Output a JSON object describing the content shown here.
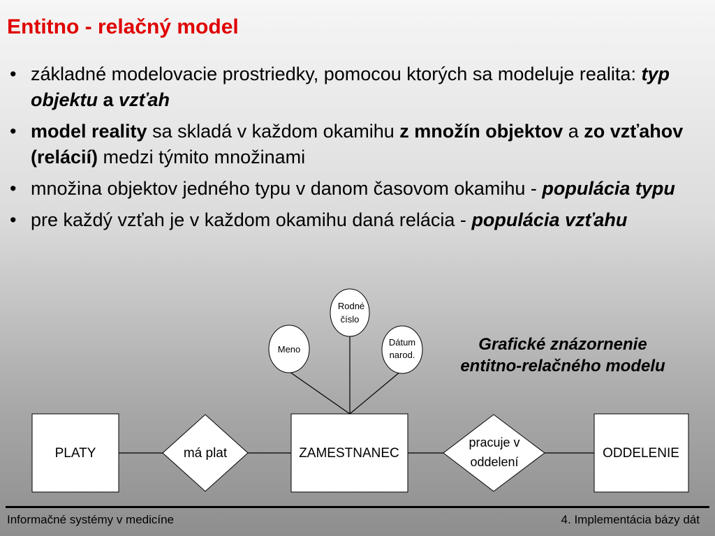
{
  "title": "Entitno - relačný model",
  "bullets": [
    {
      "parts": [
        {
          "text": "základné modelovacie prostriedky, pomocou ktorých sa modeluje realita: ",
          "style": "normal"
        },
        {
          "text": "typ objektu",
          "style": "bold-italic"
        },
        {
          "text": " a ",
          "style": "bold"
        },
        {
          "text": "vzťah",
          "style": "bold-italic"
        }
      ]
    },
    {
      "parts": [
        {
          "text": "model reality",
          "style": "bold"
        },
        {
          "text": " sa skladá v každom okamihu ",
          "style": "normal"
        },
        {
          "text": "z množín objektov",
          "style": "bold"
        },
        {
          "text": " a ",
          "style": "normal"
        },
        {
          "text": "zo vzťahov (relácií)",
          "style": "bold"
        },
        {
          "text": " medzi týmito množinami",
          "style": "normal"
        }
      ]
    },
    {
      "parts": [
        {
          "text": "množina objektov jedného typu v danom časovom okamihu - ",
          "style": "normal"
        },
        {
          "text": "populácia typu",
          "style": "bold-italic"
        }
      ]
    },
    {
      "parts": [
        {
          "text": "pre každý vzťah je v každom okamihu daná relácia - ",
          "style": "normal"
        },
        {
          "text": "populácia vzťahu",
          "style": "bold-italic"
        }
      ]
    }
  ],
  "bullet_symbol": "•",
  "diagram": {
    "caption": "Grafické znázornenie entitno-relačného modelu",
    "entities": {
      "platy": "PLATY",
      "zamestnanec": "ZAMESTNANEC",
      "oddelenie": "ODDELENIE"
    },
    "relations": {
      "ma_plat": "má plat",
      "pracuje_line1": "pracuje v",
      "pracuje_line2": "oddelení"
    },
    "attributes": {
      "meno": "Meno",
      "rodne_line1": "Rodné",
      "rodne_line2": "číslo",
      "datum_line1": "Dátum",
      "datum_line2": "narod."
    }
  },
  "footer": {
    "left": "Informačné systémy v medicíne",
    "right": "4. Implementácia bázy dát"
  }
}
